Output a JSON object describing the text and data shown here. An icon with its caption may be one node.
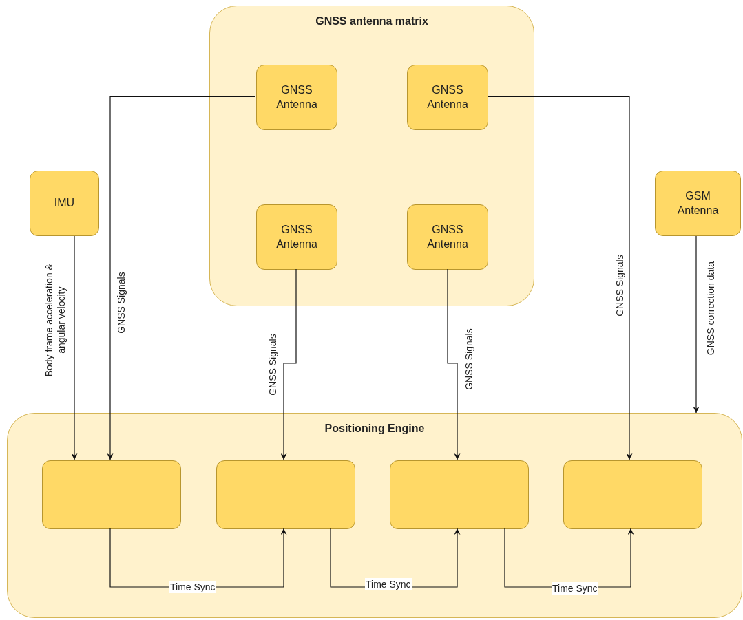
{
  "diagram": {
    "nodes": [
      {
        "text": [
          "GNSS antenna matrix"
        ]
      },
      {
        "text": [
          "GNSS Antenna"
        ],
        "in": 0
      },
      {
        "text": [
          "GNSS Antenna"
        ],
        "in": 0
      },
      {
        "text": [
          "GNSS Antenna"
        ],
        "in": 0
      },
      {
        "text": [
          "GNSS Antenna"
        ],
        "in": 0
      },
      {
        "text": [
          "IMU"
        ]
      },
      {
        "text": [
          "GSM Antenna"
        ]
      },
      {
        "text": [
          "Positioning Engine"
        ]
      },
      {
        "text": [],
        "shape": "box",
        "in": 7
      },
      {
        "text": [],
        "shape": "box",
        "in": 7
      },
      {
        "text": [],
        "shape": "box",
        "in": 7
      },
      {
        "text": [],
        "shape": "box",
        "in": 7
      }
    ],
    "edges": [
      {
        "from": 5,
        "to": 8,
        "arrow": "to",
        "label": "Body frame acceleration & angular velocity"
      },
      {
        "from": 1,
        "to": 8,
        "arrow": "to",
        "label": "GNSS Signals"
      },
      {
        "from": 3,
        "to": 9,
        "arrow": "to",
        "label": "GNSS Signals"
      },
      {
        "from": 4,
        "to": 10,
        "arrow": "to",
        "label": "GNSS Signals"
      },
      {
        "from": 2,
        "to": 11,
        "arrow": "to",
        "label": "GNSS Signals"
      },
      {
        "from": 6,
        "to": 7,
        "arrow": "to",
        "label": "GNSS correction data"
      },
      {
        "from": 8,
        "to": 9,
        "arrow": "to",
        "label": "Time Sync"
      },
      {
        "from": 9,
        "to": 10,
        "arrow": "to",
        "label": "Time Sync"
      },
      {
        "from": 10,
        "to": 11,
        "arrow": "to",
        "label": "Time Sync"
      }
    ]
  }
}
